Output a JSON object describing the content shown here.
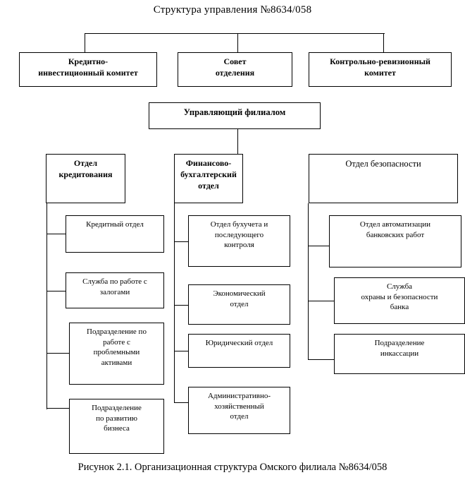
{
  "title": "Структура управления №8634/058",
  "caption": "Рисунок 2.1.  Организационная структура Омского филиала  №8634/058",
  "colors": {
    "line": "#000000",
    "background": "#ffffff",
    "text": "#000000"
  },
  "chart_data": {
    "type": "diagram",
    "diagram_kind": "organizational-chart",
    "title": "Структура управления №8634/058",
    "caption": "Рисунок 2.1.  Организационная структура Омского филиала  №8634/058",
    "orientation": "top-down",
    "levels": 3
  },
  "committees": [
    {
      "label": "Кредитно-\nинвестиционный комитет"
    },
    {
      "label": "Совет\nотделения"
    },
    {
      "label": "Контрольно-ревизионный\nкомитет"
    }
  ],
  "manager": {
    "label": "Управляющий филиалом"
  },
  "departments": [
    {
      "label": "Отдел\nкредитования",
      "units": [
        {
          "label": "Кредитный отдел"
        },
        {
          "label": "Служба по работе с\nзалогами"
        },
        {
          "label": "Подразделение по\nработе с\nпроблемными\nактивами"
        },
        {
          "label": "Подразделение\nпо развитию\nбизнеса"
        }
      ]
    },
    {
      "label": "Финансово-\nбухгалтерский\nотдел",
      "units": [
        {
          "label": "Отдел бухучета и\nпоследующего\nконтроля"
        },
        {
          "label": "Экономический\nотдел"
        },
        {
          "label": "Юридический отдел"
        },
        {
          "label": "Административно-\nхозяйственный\nотдел"
        }
      ]
    },
    {
      "label": "Отдел безопасности",
      "units": [
        {
          "label": "Отдел автоматизации\nбанковских работ"
        },
        {
          "label": "Служба\nохраны и безопасности\nбанка"
        },
        {
          "label": "Подразделение\nинкассации"
        }
      ]
    }
  ]
}
